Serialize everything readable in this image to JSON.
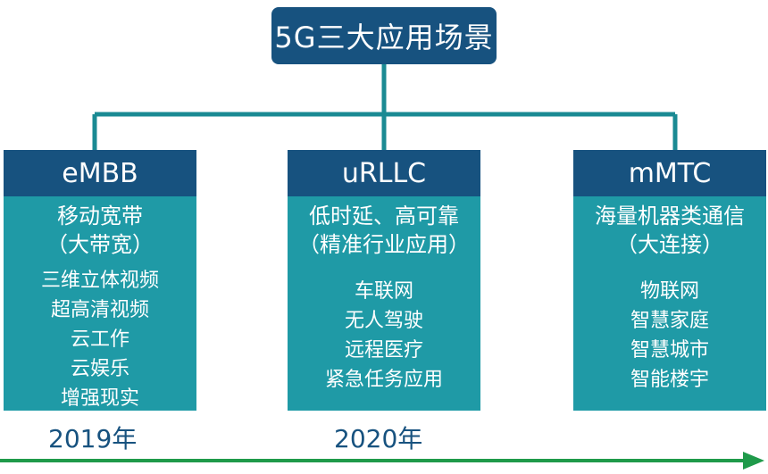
{
  "root": {
    "title": "5G三大应用场景"
  },
  "cards": [
    {
      "name": "eMBB",
      "subtitle_lines": [
        "移动宽带",
        "（大带宽）"
      ],
      "items": [
        "三维立体视频",
        "超高清视频",
        "云工作",
        "云娱乐",
        "增强现实"
      ]
    },
    {
      "name": "uRLLC",
      "subtitle_lines": [
        "低时延、高可靠",
        "（精准行业应用）"
      ],
      "items": [
        "车联网",
        "无人驾驶",
        "远程医疗",
        "紧急任务应用"
      ]
    },
    {
      "name": "mMTC",
      "subtitle_lines": [
        "海量机器类通信",
        "（大连接）"
      ],
      "items": [
        "物联网",
        "智慧家庭",
        "智慧城市",
        "智能楼宇"
      ]
    }
  ],
  "timeline": {
    "years": [
      "2019年",
      "2020年"
    ]
  },
  "colors": {
    "header_blue": "#17527f",
    "card_teal": "#1f9aa6",
    "connector": "#1a8a93",
    "arrow_green": "#1f9a4a"
  }
}
